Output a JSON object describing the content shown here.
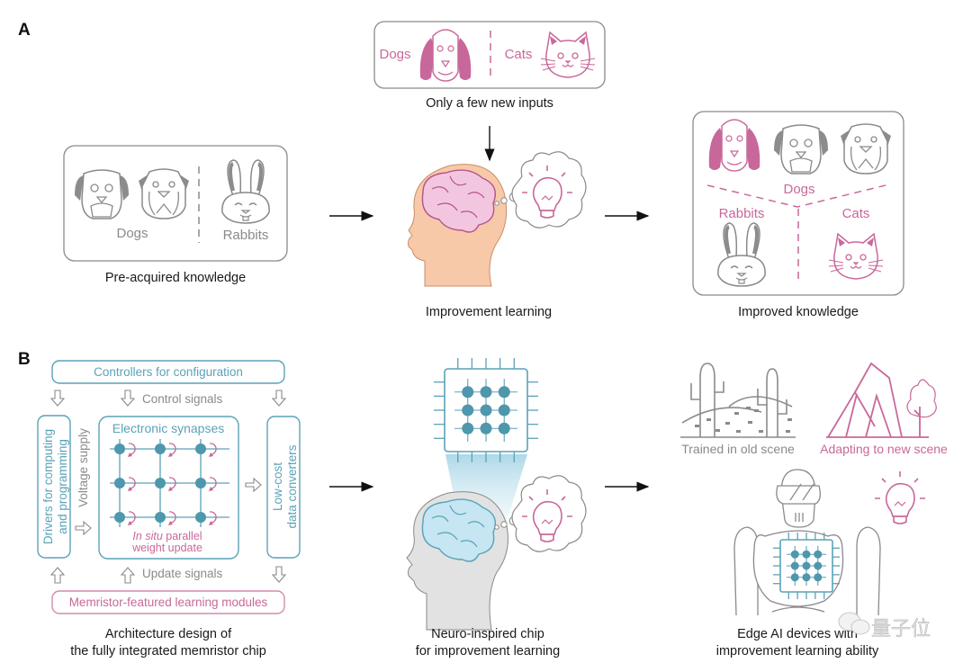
{
  "colors": {
    "pink": "#c9689a",
    "pink_fill": "#c8679a",
    "gray": "#8a8a8a",
    "gray_fill": "#8c8c8c",
    "teal": "#5aa2b8",
    "teal_dot": "#4e97ad",
    "skin": "#f8c9a8",
    "brain_pink": "#f3c6e0",
    "brain_blue": "#c5e6f2",
    "head_gray": "#e2e2e2"
  },
  "panel_a": {
    "label": "A",
    "pre_acquired": {
      "dogs_label": "Dogs",
      "rabbits_label": "Rabbits",
      "caption": "Pre-acquired knowledge",
      "icons": [
        "boxer-dog-icon",
        "bulldog-icon",
        "rabbit-icon"
      ]
    },
    "new_inputs": {
      "dogs_label": "Dogs",
      "cats_label": "Cats",
      "caption": "Only a few new inputs",
      "icons": [
        "basset-dog-icon",
        "cat-icon"
      ]
    },
    "center": {
      "caption": "Improvement learning",
      "icons": [
        "human-head-icon",
        "brain-icon",
        "thought-bubble-icon",
        "lightbulb-icon"
      ]
    },
    "improved": {
      "dogs_label": "Dogs",
      "rabbits_label": "Rabbits",
      "cats_label": "Cats",
      "caption": "Improved knowledge",
      "icons": [
        "basset-dog-icon",
        "boxer-dog-icon",
        "bulldog-icon",
        "rabbit-icon",
        "cat-icon"
      ]
    }
  },
  "panel_b": {
    "label": "B",
    "architecture": {
      "controllers": "Controllers for configuration",
      "control_signals": "Control signals",
      "drivers_line1": "Drivers for computing",
      "drivers_line2": "and programming",
      "voltage_supply": "Voltage supply",
      "synapses_title": "Electronic synapses",
      "in_situ_italic": "In situ",
      "in_situ_rest": " parallel",
      "weight_update": "weight update",
      "converters_line1": "Low-cost",
      "converters_line2": "data converters",
      "update_signals": "Update signals",
      "learning_modules": "Memristor-featured learning modules",
      "caption_line1": "Architecture design of",
      "caption_line2": "the fully integrated memristor chip",
      "grid": {
        "rows": 3,
        "cols": 3
      }
    },
    "chip": {
      "caption_line1": "Neuro-inspired chip",
      "caption_line2": "for improvement learning",
      "grid": {
        "rows": 3,
        "cols": 3
      }
    },
    "edge": {
      "old_scene": "Trained in old scene",
      "new_scene": "Adapting to new scene",
      "caption_line1": "Edge AI devices with",
      "caption_line2": "improvement learning ability",
      "icons": [
        "desert-cactus-icon",
        "mountain-tree-icon",
        "robot-icon",
        "lightbulb-icon"
      ]
    }
  },
  "watermark": {
    "text": "量子位",
    "icon": "wechat-icon"
  }
}
